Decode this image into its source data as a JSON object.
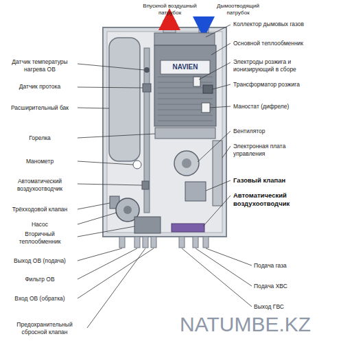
{
  "diagram": {
    "labels": [
      "Впускной воздушный патрубок",
      "Дымоотводящий патрубок",
      "Коллектор дымовых газов",
      "Основной теплообменник",
      "Электроды розжига и ионизирующий в сборе",
      "Трансформатор розжига",
      "Маностат (дифреле)",
      "Вентилятор",
      "Электронная плата управления",
      "Газовый клапан",
      "Автоматический воздухоотводчик",
      "Подача газа",
      "Подача ХВС",
      "Выход ГВС",
      "Датчик температуры нагрева ОВ",
      "Датчик протока",
      "Расширительный бак",
      "Горелка",
      "Манометр",
      "Автоматический воздухоотводчик",
      "Трёхходовой клапан",
      "Насос",
      "Вторичный теплообменник",
      "Выход ОВ (подача)",
      "Фильтр ОВ",
      "Вход ОВ (обратка)",
      "Предохранительный сбросной клапан",
      "NAVIEN",
      "NATUMBE.KZ"
    ]
  }
}
